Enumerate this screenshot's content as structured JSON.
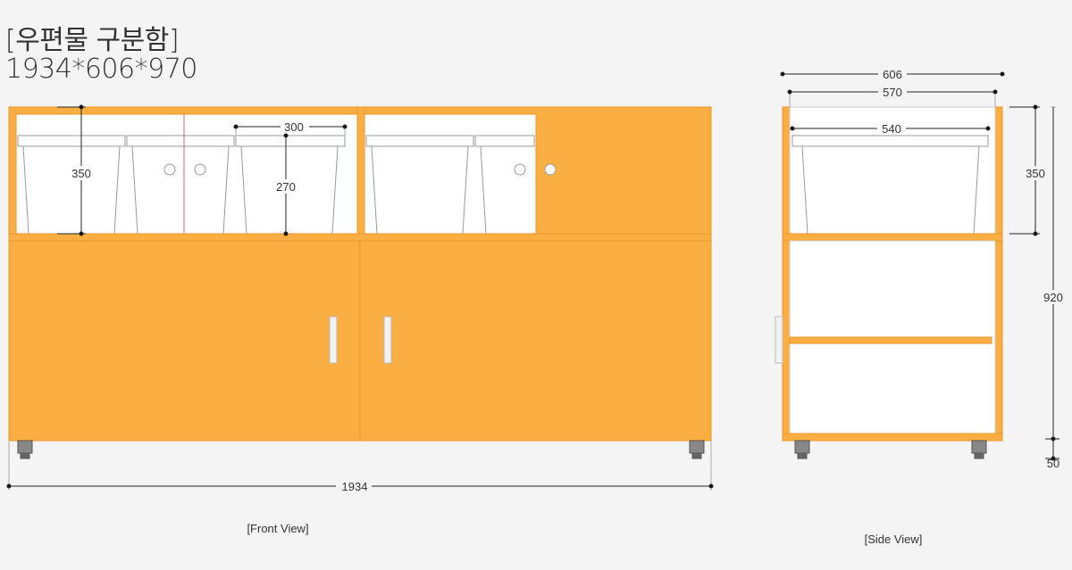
{
  "header": {
    "title": "[우편물 구분함]",
    "dimensions": "1934*606*970"
  },
  "front": {
    "width_label": "1934",
    "height_label": "350",
    "inner_height_label": "270",
    "bin_width_label": "300",
    "caption": "[Front View]"
  },
  "side": {
    "depth_outer_label": "606",
    "depth_inner_label": "570",
    "bin_depth_label": "540",
    "upper_height_label": "350",
    "total_height_label": "920",
    "caster_label": "50",
    "caption": "[Side View]"
  },
  "colors": {
    "panel": "#fbae42",
    "edge": "#e8952a",
    "bin": "#ffffff",
    "line": "#222222"
  }
}
